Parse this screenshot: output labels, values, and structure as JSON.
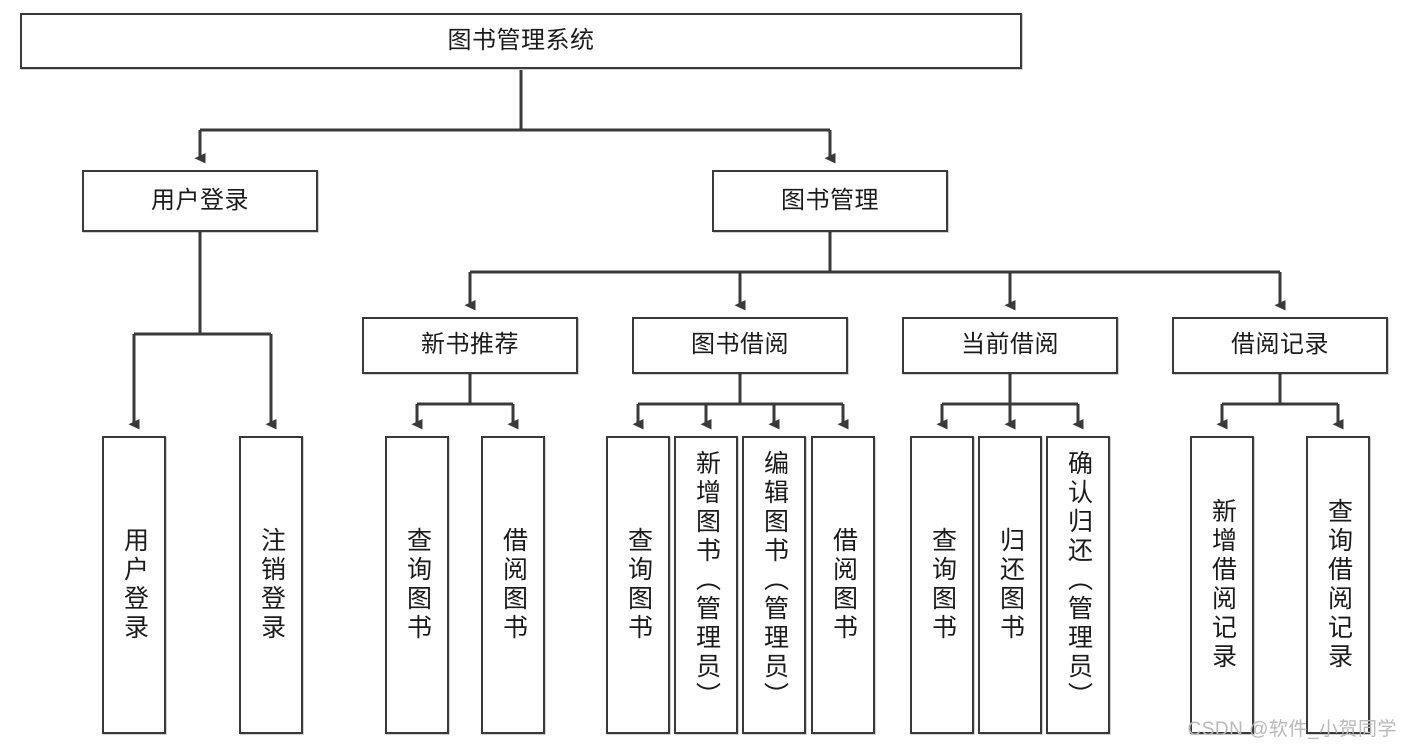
{
  "diagram": {
    "type": "hierarchy-tree",
    "title": "图书管理系统",
    "root": {
      "id": "root",
      "label": "图书管理系统",
      "level": 0
    },
    "level1": [
      {
        "id": "user-login",
        "label": "用户登录"
      },
      {
        "id": "book-manage",
        "label": "图书管理"
      }
    ],
    "level2": [
      {
        "id": "new-book-recommend",
        "label": "新书推荐",
        "parent": "book-manage"
      },
      {
        "id": "book-borrow",
        "label": "图书借阅",
        "parent": "book-manage"
      },
      {
        "id": "current-borrow",
        "label": "当前借阅",
        "parent": "book-manage"
      },
      {
        "id": "borrow-record",
        "label": "借阅记录",
        "parent": "book-manage"
      }
    ],
    "leaves": [
      {
        "id": "leaf-user-login",
        "label": "用户登录",
        "parent": "user-login"
      },
      {
        "id": "leaf-logout-login",
        "label": "注销登录",
        "parent": "user-login"
      },
      {
        "id": "leaf-query-book-1",
        "label": "查询图书",
        "parent": "new-book-recommend"
      },
      {
        "id": "leaf-borrow-book-1",
        "label": "借阅图书",
        "parent": "new-book-recommend"
      },
      {
        "id": "leaf-query-book-2",
        "label": "查询图书",
        "parent": "book-borrow"
      },
      {
        "id": "leaf-add-book",
        "label": "新增图书（管理员）",
        "parent": "book-borrow"
      },
      {
        "id": "leaf-edit-book",
        "label": "编辑图书（管理员）",
        "parent": "book-borrow"
      },
      {
        "id": "leaf-borrow-book-2",
        "label": "借阅图书",
        "parent": "book-borrow"
      },
      {
        "id": "leaf-query-book-3",
        "label": "查询图书",
        "parent": "current-borrow"
      },
      {
        "id": "leaf-return-book",
        "label": "归还图书",
        "parent": "current-borrow"
      },
      {
        "id": "leaf-confirm-return",
        "label": "确认归还（管理员）",
        "parent": "current-borrow"
      },
      {
        "id": "leaf-add-record",
        "label": "新增借阅记录",
        "parent": "borrow-record"
      },
      {
        "id": "leaf-query-record",
        "label": "查询借阅记录",
        "parent": "borrow-record"
      }
    ],
    "colors": {
      "stroke": "#3a3a3a",
      "fill": "#ffffff",
      "text": "#1b1b1b",
      "watermark": "#b9b9b9"
    }
  },
  "watermark": {
    "text": "CSDN @软件_小贺同学"
  }
}
